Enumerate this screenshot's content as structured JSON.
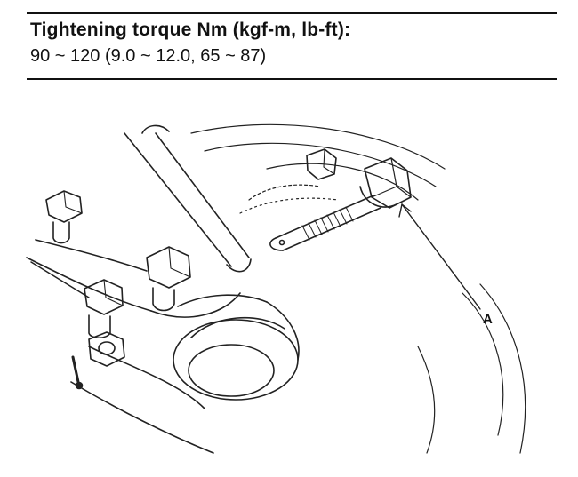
{
  "spec": {
    "title": "Tightening torque Nm (kgf-m, lb-ft):",
    "value": "90 ~ 120 (9.0 ~ 12.0, 65 ~ 87)"
  },
  "callouts": {
    "a_label": "A"
  }
}
